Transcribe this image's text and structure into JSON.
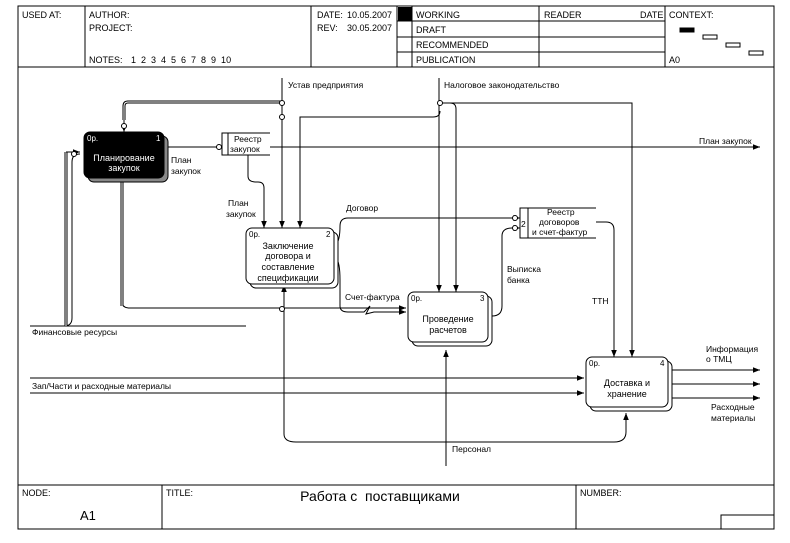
{
  "header": {
    "used_at_label": "USED AT:",
    "author_label": "AUTHOR:",
    "project_label": "PROJECT:",
    "notes_label": "NOTES:",
    "notes_numbers": "1  2  3  4  5  6  7  8  9  10",
    "date_label": "DATE:",
    "date_value": "10.05.2007",
    "rev_label": "REV:",
    "rev_value": "30.05.2007",
    "status_working": "WORKING",
    "status_draft": "DRAFT",
    "status_recommended": "RECOMMENDED",
    "status_publication": "PUBLICATION",
    "reader_label": "READER",
    "reader_date_label": "DATE",
    "context_label": "CONTEXT:",
    "context_node": "A0"
  },
  "boxes": {
    "b1": {
      "ref": "0p.",
      "num": "1",
      "l1": "Планирование",
      "l2": "закупок"
    },
    "b2": {
      "ref": "0p.",
      "num": "2",
      "l1": "Заключение",
      "l2": "договора и",
      "l3": "составление",
      "l4": "спецификации"
    },
    "b3": {
      "ref": "0p.",
      "num": "3",
      "l1": "Проведение",
      "l2": "расчетов"
    },
    "b4": {
      "ref": "0p.",
      "num": "4",
      "l1": "Доставка и",
      "l2": "хранение"
    }
  },
  "stores": {
    "s1": {
      "l1": "Реестр",
      "l2": "закупок"
    },
    "s2": {
      "num": "2",
      "l1": "Реестр",
      "l2": "договоров",
      "l3": "и счет-фактур"
    }
  },
  "arrows": {
    "charter": "Устав предприятия",
    "tax_law": "Налоговое законодательство",
    "plan_out": "План закупок",
    "plan_l1": "План",
    "plan_l2": "закупок",
    "plan2_l1": "План",
    "plan2_l2": "закупок",
    "contract": "Договор",
    "invoice": "Счет-фактура",
    "bank_l1": "Выписка",
    "bank_l2": "банка",
    "ttn": "ТТН",
    "finance": "Финансовые ресурсы",
    "spares": "Зап/Части и расходные материалы",
    "info_l1": "Информация",
    "info_l2": "о ТМЦ",
    "cons_l1": "Расходные",
    "cons_l2": "материалы",
    "personnel": "Персонал"
  },
  "footer": {
    "node_label": "NODE:",
    "node_value": "A1",
    "title_label": "TITLE:",
    "title_value": "Работа с  поставщиками",
    "number_label": "NUMBER:"
  }
}
